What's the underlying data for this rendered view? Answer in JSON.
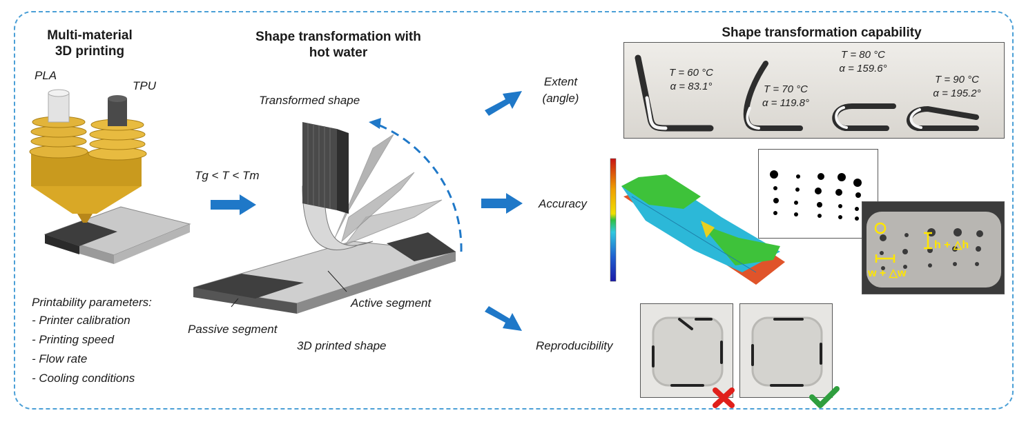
{
  "left": {
    "title": "Multi-material\n3D printing",
    "pla_label": "PLA",
    "tpu_label": "TPU",
    "params_title": "Printability parameters:",
    "params": [
      "- Printer calibration",
      "- Printing speed",
      "- Flow rate",
      "- Cooling conditions"
    ]
  },
  "middle": {
    "title": "Shape transformation with\nhot water",
    "condition": "Tg < T < Tm",
    "transformed_label": "Transformed shape",
    "active_label": "Active segment",
    "passive_label": "Passive segment",
    "printed_label": "3D printed shape"
  },
  "right": {
    "title": "Shape transformation capability",
    "extent_label": "Extent\n(angle)",
    "accuracy_label": "Accuracy",
    "reproducibility_label": "Reproducibility",
    "samples": [
      {
        "t": "T = 60 °C",
        "a": "α = 83.1°"
      },
      {
        "t": "T = 70 °C",
        "a": "α = 119.8°"
      },
      {
        "t": "T = 80 °C",
        "a": "α = 159.6°"
      },
      {
        "t": "T = 90 °C",
        "a": "α = 195.2°"
      }
    ],
    "h_label": "h + △h",
    "w_label": "w + △w"
  },
  "colors": {
    "frame": "#4a9fd6",
    "arrow": "#1f78c8",
    "nozzle": "#d9a826",
    "pla": "#d9d9d9",
    "tpu": "#4a4a4a",
    "cross": "#e0201b",
    "check": "#2f9e3e",
    "annotation": "#ffe600"
  }
}
